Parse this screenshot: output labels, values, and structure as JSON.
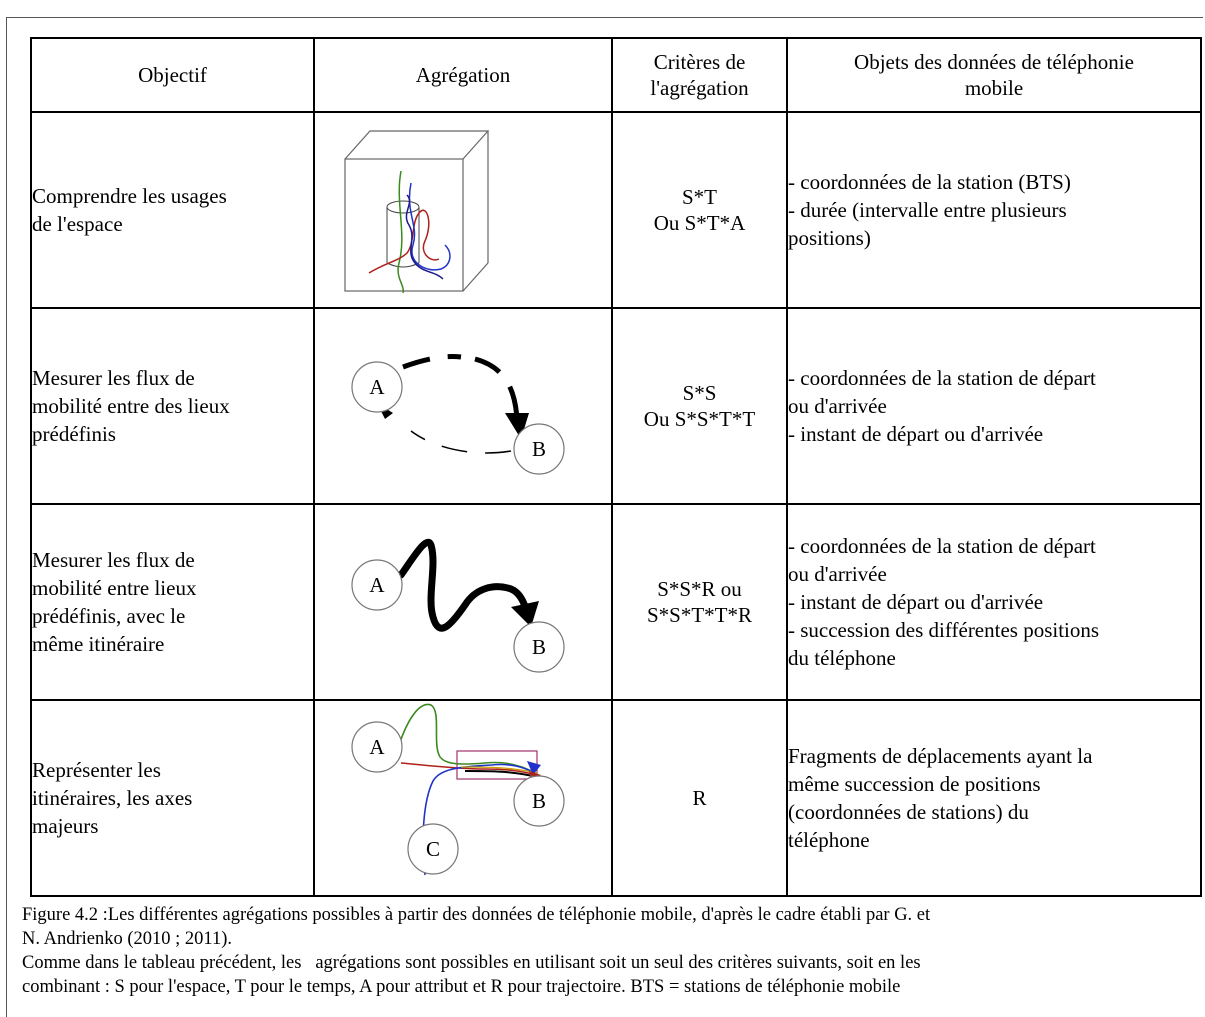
{
  "headers": {
    "objectif": "Objectif",
    "agregation": "Agrégation",
    "criteres": [
      "Critères de",
      "l'agrégation"
    ],
    "objets": [
      "Objets des données de téléphonie",
      "mobile"
    ]
  },
  "rows": [
    {
      "objectif": [
        "Comprendre les usages",
        "de l'espace"
      ],
      "criteres": [
        "S*T",
        "Ou S*T*A"
      ],
      "objets": [
        "- coordonnées de la station (BTS)",
        "- durée (intervalle entre plusieurs",
        "positions)"
      ]
    },
    {
      "objectif": [
        "Mesurer les flux de",
        "mobilité entre des lieux",
        "prédéfinis"
      ],
      "criteres": [
        "S*S",
        "Ou S*S*T*T"
      ],
      "objets": [
        "- coordonnées de la station de départ",
        "ou d'arrivée",
        "- instant de départ ou d'arrivée"
      ]
    },
    {
      "objectif": [
        "Mesurer les flux de",
        "mobilité entre lieux",
        "prédéfinis, avec le",
        "même itinéraire"
      ],
      "criteres": [
        "S*S*R ou",
        "S*S*T*T*R"
      ],
      "objets": [
        "- coordonnées de la station de départ",
        "ou d'arrivée",
        "- instant de départ ou d'arrivée",
        "- succession des différentes positions",
        "du téléphone"
      ]
    },
    {
      "objectif": [
        "Représenter les",
        "itinéraires, les axes",
        "majeurs"
      ],
      "criteres": [
        "R"
      ],
      "objets": [
        "Fragments de déplacements ayant la",
        "même succession de positions",
        "(coordonnées de stations) du",
        "téléphone"
      ]
    }
  ],
  "diagram_labels": {
    "a": "A",
    "b": "B",
    "c": "C"
  },
  "caption": [
    "Figure 4.2 :Les différentes agrégations possibles à partir des données de téléphonie mobile, d'après le cadre établi par G. et",
    "N. Andrienko (2010 ; 2011).",
    "Comme dans le tableau précédent, les   agrégations sont possibles en utilisant soit un seul des critères suivants, soit en les",
    "combinant : S pour l'espace, T pour le temps, A pour attribut et R pour trajectoire. BTS = stations de téléphonie mobile"
  ],
  "colors": {
    "green": "#3a8a1e",
    "red": "#b0201a",
    "blue": "#2233cc",
    "navy": "#1a1a8a",
    "box": "#a0336a"
  }
}
